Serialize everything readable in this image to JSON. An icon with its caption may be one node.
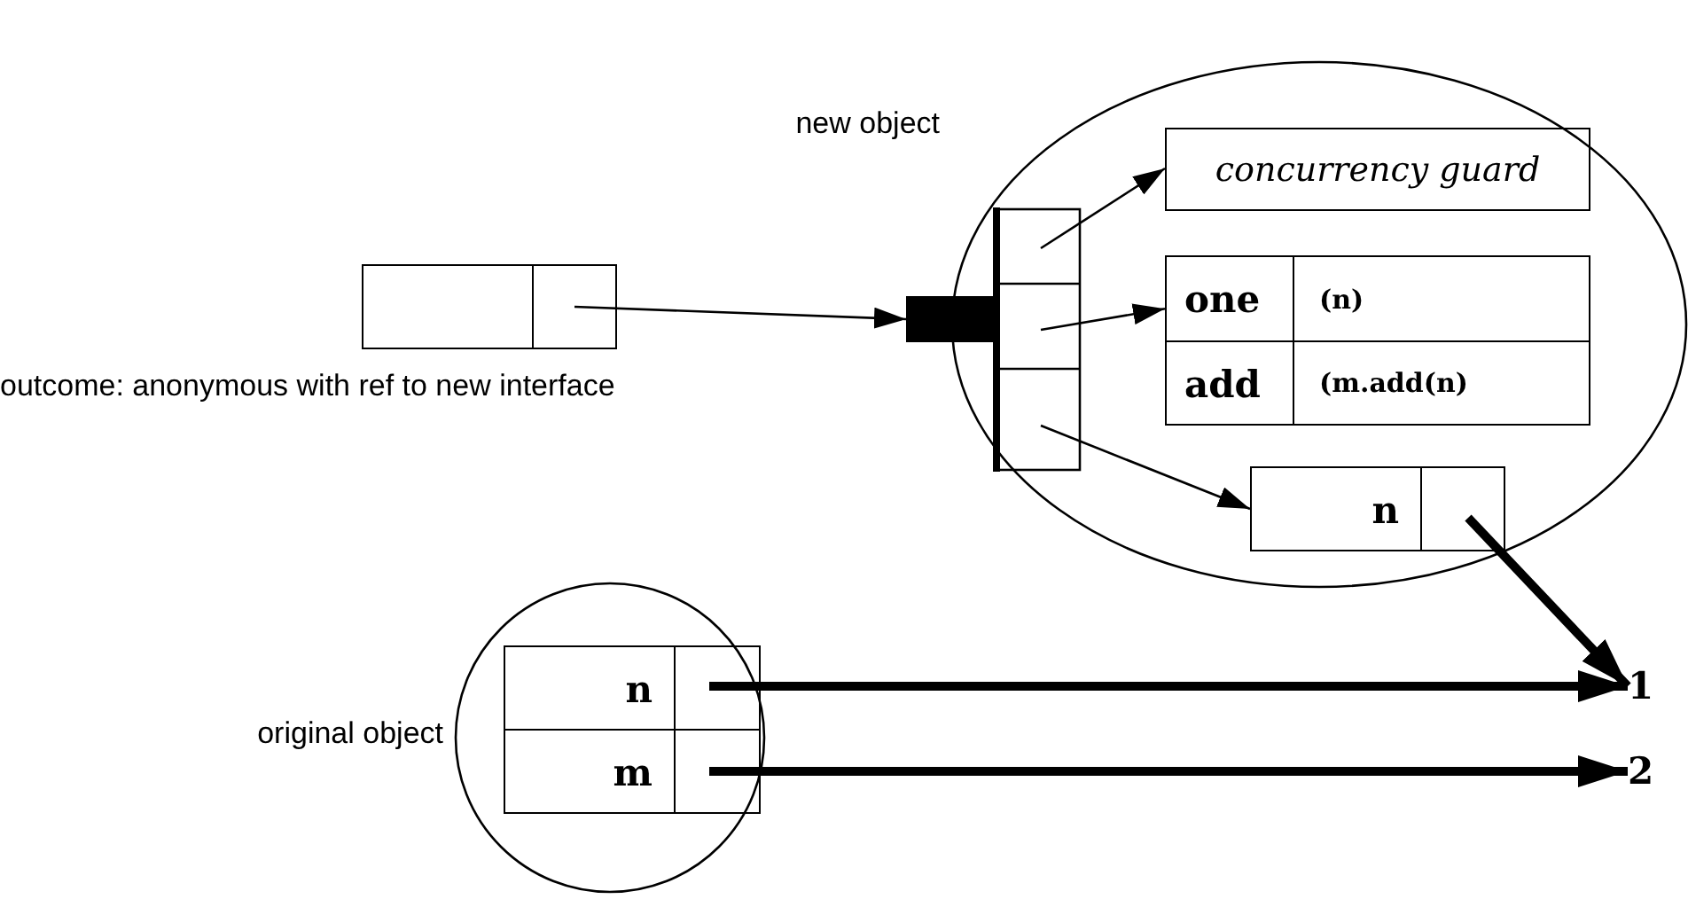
{
  "diagram": {
    "nodes": [
      {
        "text": [
          "new object"
        ]
      },
      {
        "text": [],
        "shape": "box"
      },
      {
        "text": [
          "concurrency guard"
        ],
        "in": 0
      },
      {
        "text": [
          "one",
          "(n)",
          "add",
          "(m.add(n)"
        ],
        "in": 0
      },
      {
        "text": [
          "n"
        ],
        "in": 0
      },
      {
        "text": [],
        "shape": "box",
        "beside": [
          "outcome: anonymous with ref to new interface"
        ]
      },
      {
        "text": [
          "original object"
        ]
      },
      {
        "text": [
          "n",
          "m"
        ],
        "in": 6
      },
      {
        "text": [
          "1"
        ]
      },
      {
        "text": [
          "2"
        ]
      }
    ],
    "edges": [
      {
        "from": 5,
        "to": 1,
        "arrow": "to"
      },
      {
        "from": 1,
        "to": 2,
        "arrow": "to"
      },
      {
        "from": 1,
        "to": 3,
        "arrow": "to"
      },
      {
        "from": 1,
        "to": 4,
        "arrow": "to"
      },
      {
        "from": 4,
        "to": 8,
        "arrow": "to",
        "style": "thick"
      },
      {
        "from": 7,
        "to": 8,
        "arrow": "to",
        "style": "thick"
      },
      {
        "from": 7,
        "to": 9,
        "arrow": "to",
        "style": "thick"
      }
    ]
  }
}
